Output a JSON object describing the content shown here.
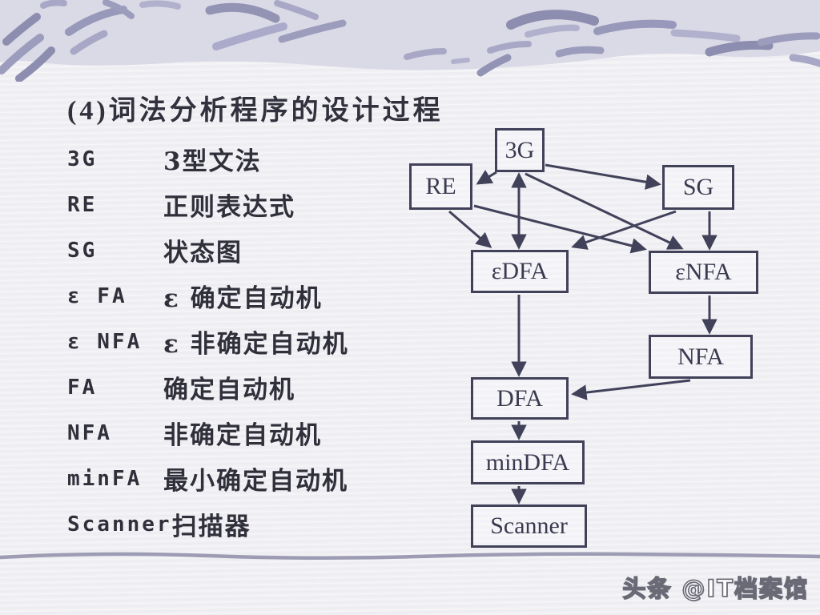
{
  "slide": {
    "title": "(4)词法分析程序的设计过程",
    "glossary": [
      {
        "abbr": "3G",
        "desc": "3型文法"
      },
      {
        "abbr": "RE",
        "desc": "正则表达式"
      },
      {
        "abbr": "SG",
        "desc": "状态图"
      },
      {
        "abbr": "ε FA",
        "desc": "ε 确定自动机"
      },
      {
        "abbr": "ε NFA",
        "desc": "ε 非确定自动机"
      },
      {
        "abbr": "FA",
        "desc": "确定自动机"
      },
      {
        "abbr": "NFA",
        "desc": "非确定自动机"
      },
      {
        "abbr": "minFA",
        "desc": "最小确定自动机"
      },
      {
        "abbr": "Scanner",
        "desc": "扫描器"
      }
    ],
    "diagram": {
      "nodes": {
        "g3": {
          "label": "3G"
        },
        "re": {
          "label": "RE"
        },
        "sg": {
          "label": "SG"
        },
        "edfa": {
          "label": "εDFA"
        },
        "enfa": {
          "label": "εNFA"
        },
        "nfa": {
          "label": "NFA"
        },
        "dfa": {
          "label": "DFA"
        },
        "mindfa": {
          "label": "minDFA"
        },
        "scanner": {
          "label": "Scanner"
        }
      },
      "edges": [
        {
          "from": "3G",
          "to": "RE"
        },
        {
          "from": "3G",
          "to": "SG"
        },
        {
          "from": "3G",
          "to": "εDFA",
          "bidirectional": true
        },
        {
          "from": "3G",
          "to": "εNFA"
        },
        {
          "from": "RE",
          "to": "εDFA"
        },
        {
          "from": "RE",
          "to": "εNFA"
        },
        {
          "from": "SG",
          "to": "εDFA"
        },
        {
          "from": "SG",
          "to": "εNFA"
        },
        {
          "from": "εDFA",
          "to": "DFA"
        },
        {
          "from": "εNFA",
          "to": "NFA"
        },
        {
          "from": "NFA",
          "to": "DFA"
        },
        {
          "from": "DFA",
          "to": "minDFA"
        },
        {
          "from": "minDFA",
          "to": "Scanner"
        }
      ]
    },
    "watermark": "头条 @IT档案馆"
  },
  "colors": {
    "ink": "#30303b",
    "diagram_line": "#41415a",
    "band_background": "#dad9e6",
    "band_stroke_dark": "#8d8db0",
    "band_stroke_light": "#b2b1cd",
    "paper": "#efeef2",
    "footer_line": "#9392ad",
    "watermark_outline": "#6a6a76"
  }
}
